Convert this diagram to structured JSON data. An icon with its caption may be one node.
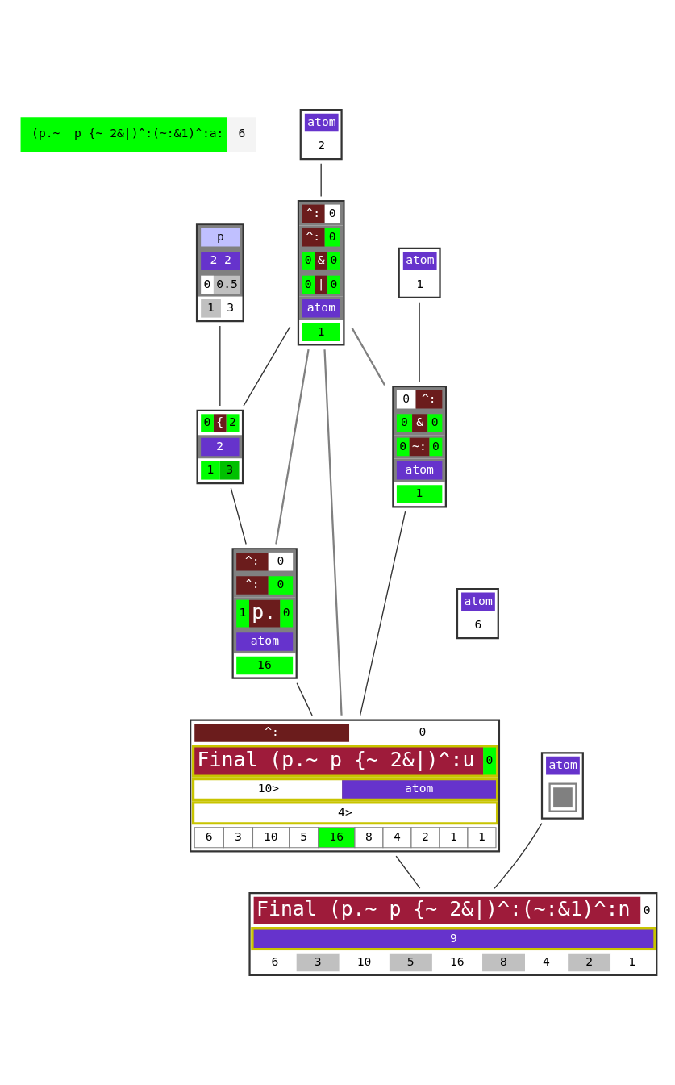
{
  "diagram": {
    "nodes": [
      {
        "text": [
          "(p.~  p {~ 2&|)^:(~:&1)^:a:",
          "6"
        ]
      },
      {
        "text": [
          "atom",
          "2"
        ]
      },
      {
        "text": [
          "atom",
          "6"
        ]
      },
      {
        "text": [
          "^:",
          "0",
          "^:",
          "0",
          "0",
          "&",
          "0",
          "0",
          "|",
          "0",
          "atom",
          "1"
        ]
      },
      {
        "text": [
          "p",
          "2 2",
          "0",
          "0.5",
          "1",
          "3"
        ]
      },
      {
        "text": [
          "0",
          "{",
          "2",
          "2",
          "1",
          "3"
        ]
      },
      {
        "text": [
          "atom",
          "1"
        ]
      },
      {
        "text": [
          "^:",
          "0",
          "^:",
          "0",
          "1",
          "p.",
          "0",
          "atom",
          "16"
        ]
      },
      {
        "text": [
          "0",
          "^:",
          "0",
          "&",
          "0",
          "0",
          "~:",
          "0",
          "atom",
          "1"
        ]
      },
      {
        "text": [
          "^:",
          "0",
          "Final (p.~ p {~ 2&|)^:u",
          "0",
          "10>",
          "atom",
          "4>",
          "6",
          "3",
          "10",
          "5",
          "16",
          "8",
          "4",
          "2",
          "1",
          "1"
        ]
      },
      {
        "text": [
          "atom"
        ]
      },
      {
        "text": [
          "Final (p.~ p {~ 2&|)^:(~:&1)^:n",
          "0",
          "9",
          "6",
          "3",
          "10",
          "5",
          "16",
          "8",
          "4",
          "2",
          "1"
        ]
      }
    ],
    "edges": [
      {
        "from": 1,
        "to": 3,
        "arrow": "none"
      },
      {
        "from": 3,
        "to": 5,
        "arrow": "none"
      },
      {
        "from": 4,
        "to": 5,
        "arrow": "none"
      },
      {
        "from": 5,
        "to": 7,
        "arrow": "none"
      },
      {
        "from": 3,
        "to": 7,
        "arrow": "none",
        "color": "#808080"
      },
      {
        "from": 3,
        "to": 8,
        "arrow": "none",
        "color": "#808080"
      },
      {
        "from": 6,
        "to": 8,
        "arrow": "none"
      },
      {
        "from": 7,
        "to": 9,
        "arrow": "none"
      },
      {
        "from": 8,
        "to": 9,
        "arrow": "none"
      },
      {
        "from": 3,
        "to": 9,
        "arrow": "none",
        "color": "#808080"
      },
      {
        "from": 9,
        "to": 11,
        "arrow": "none"
      },
      {
        "from": 10,
        "to": 11,
        "arrow": "none"
      }
    ]
  }
}
